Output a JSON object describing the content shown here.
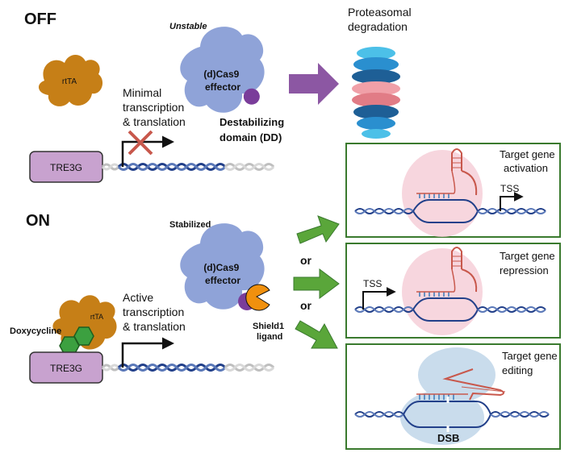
{
  "labels": {
    "off": "OFF",
    "on": "ON",
    "unstable": "Unstable",
    "stabilized": "Stabilized",
    "rtta": "rtTA",
    "tre3g": "TRE3G",
    "cas9_line1": "(d)Cas9",
    "cas9_line2": "effector",
    "minimal_line1": "Minimal",
    "minimal_line2": "transcription",
    "minimal_line3": "& translation",
    "active_line1": "Active",
    "active_line2": "transcription",
    "active_line3": "& translation",
    "dd_line1": "Destabilizing",
    "dd_line2": "domain (DD)",
    "proteasome_line1": "Proteasomal",
    "proteasome_line2": "degradation",
    "doxycycline": "Doxycycline",
    "shield_line1": "Shield1",
    "shield_line2": "ligand",
    "or": "or",
    "activation_line1": "Target gene",
    "activation_line2": "activation",
    "repression_line1": "Target gene",
    "repression_line2": "repression",
    "editing_line1": "Target gene",
    "editing_line2": "editing",
    "tss": "TSS",
    "dsb": "DSB"
  },
  "colors": {
    "cas9": "#8fa3d8",
    "rtta": "#c67f17",
    "tre3g": "#c8a2cf",
    "arrow_green": "#5aa63a",
    "arrow_purple": "#8c57a3",
    "box_border": "#3a7a2e",
    "dna_blue": "#22408a",
    "dna_gray": "#bfbfbf",
    "pink_blob": "#f6cfd8",
    "blue_blob": "#c9dcec",
    "red_cross": "#c8584c"
  }
}
